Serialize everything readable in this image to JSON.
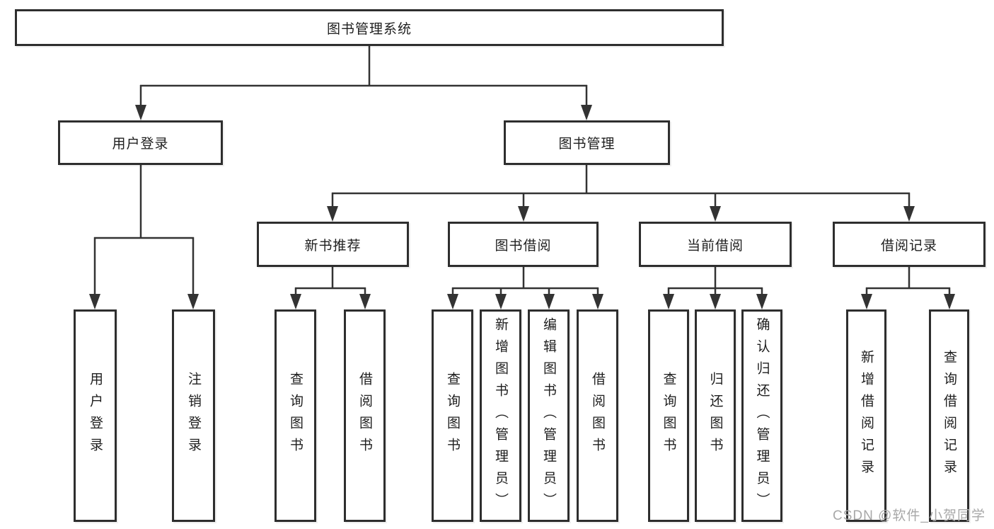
{
  "colors": {
    "background": "#ffffff",
    "line": "#333333",
    "box_border": "#2e2e2e",
    "text": "#1e1e1e",
    "watermark": "#a8a8a8"
  },
  "watermark": "CSDN @软件_小贺同学",
  "tree": {
    "root": {
      "label": "图书管理系统"
    },
    "user_login": {
      "label": "用户登录",
      "children": [
        {
          "label": "用户登录"
        },
        {
          "label": "注销登录"
        }
      ]
    },
    "book_mgmt": {
      "label": "图书管理",
      "groups": [
        {
          "label": "新书推荐",
          "children": [
            {
              "label": "查询图书"
            },
            {
              "label": "借阅图书"
            }
          ]
        },
        {
          "label": "图书借阅",
          "children": [
            {
              "label": "查询图书"
            },
            {
              "label": "新增图书（管理员）"
            },
            {
              "label": "编辑图书（管理员）"
            },
            {
              "label": "借阅图书"
            }
          ]
        },
        {
          "label": "当前借阅",
          "children": [
            {
              "label": "查询图书"
            },
            {
              "label": "归还图书"
            },
            {
              "label": "确认归还（管理员）"
            }
          ]
        },
        {
          "label": "借阅记录",
          "children": [
            {
              "label": "新增借阅记录"
            },
            {
              "label": "查询借阅记录"
            }
          ]
        }
      ]
    }
  }
}
